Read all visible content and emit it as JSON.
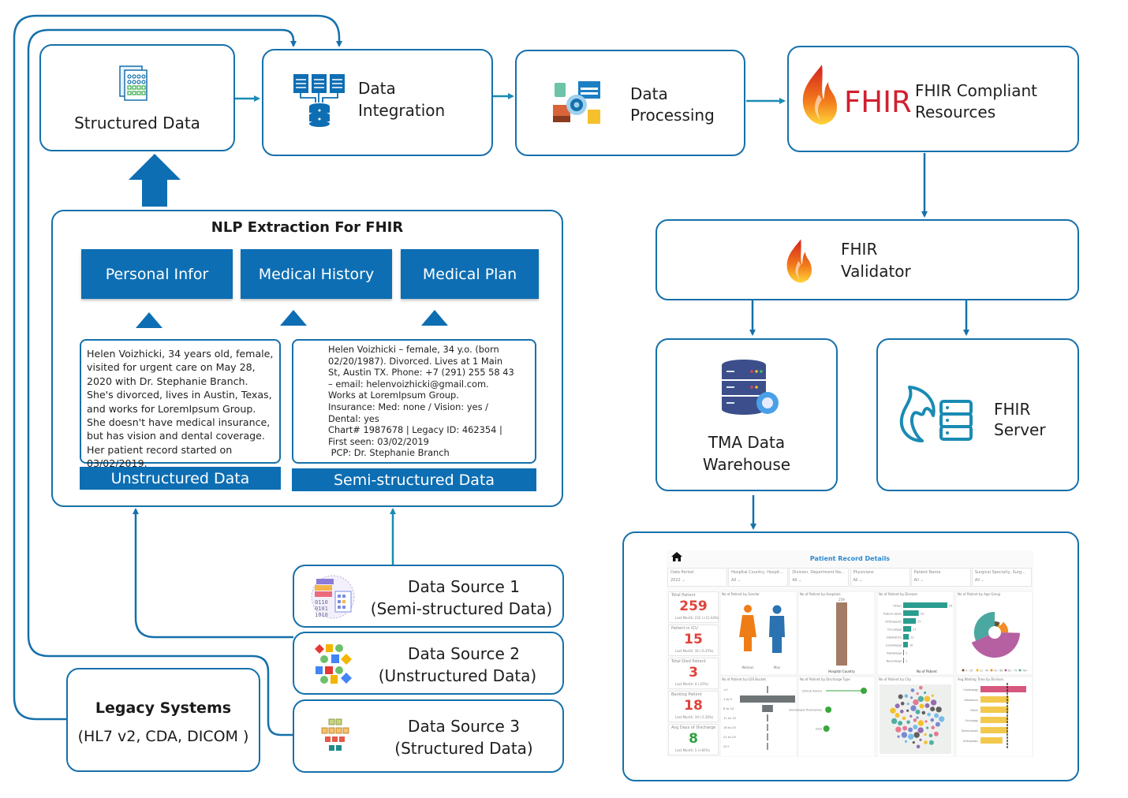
{
  "nodes": {
    "structured_data": {
      "label": "Structured Data",
      "icon": "spreadsheet-icon"
    },
    "data_integration": {
      "label_line1": "Data",
      "label_line2": "Integration",
      "icon": "database-merge-icon"
    },
    "data_processing": {
      "label_line1": "Data",
      "label_line2": "Processing",
      "icon": "data-processing-gear-icon"
    },
    "fhir_resources": {
      "logo_text": "FHIR",
      "label_line1": "FHIR Compliant",
      "label_line2": "Resources",
      "icon": "fhir-flame-logo"
    },
    "fhir_validator": {
      "label_line1": "FHIR",
      "label_line2": "Validator",
      "icon": "fhir-flame-icon"
    },
    "tma_warehouse": {
      "label_line1": "TMA Data",
      "label_line2": "Warehouse",
      "icon": "database-server-gear-icon"
    },
    "fhir_server": {
      "label_line1": "FHIR",
      "label_line2": "Server",
      "icon": "flame-server-icon"
    },
    "legacy_systems": {
      "title": "Legacy Systems",
      "subtitle": "(HL7 v2, CDA, DICOM )"
    },
    "data_sources": [
      {
        "title": "Data Source 1",
        "subtitle": "(Semi-structured Data)",
        "icon": "binary-data-icon"
      },
      {
        "title": "Data Source 2",
        "subtitle": "(Unstructured Data)",
        "icon": "scattered-shapes-icon"
      },
      {
        "title": "Data Source 3",
        "subtitle": "(Structured Data)",
        "icon": "grid-blocks-icon"
      }
    ]
  },
  "nlp": {
    "title": "NLP Extraction For FHIR",
    "tabs": [
      "Personal Infor",
      "Medical History",
      "Medical Plan"
    ],
    "unstructured": {
      "caption": "Unstructured Data",
      "text": "Helen Voizhicki, 34 years old, female, visited for urgent care on May 28, 2020 with Dr. Stephanie Branch. She's divorced, lives in Austin, Texas, and works for LoremIpsum Group. She doesn't have medical insurance, but has vision and dental coverage. Her patient record started on 03/02/2019."
    },
    "semi_structured": {
      "caption": "Semi-structured Data",
      "lines": [
        "Helen Voizhicki – female, 34 y.o. (born",
        "02/20/1987). Divorced. Lives at 1 Main",
        "St, Austin TX. Phone: +7 (291) 255 58 43",
        "– email: helenvoizhicki@gmail.com.",
        "Works at LoremIpsum Group.",
        "Insurance: Med: none / Vision: yes /",
        "Dental: yes",
        "Chart# 1987678 | Legacy ID: 462354 |",
        "First seen: 03/02/2019",
        " PCP: Dr. Stephanie Branch"
      ]
    }
  },
  "dashboard": {
    "title": "Patient Record Details",
    "filters": [
      "Date Period",
      "Hospital Country, Hospit...",
      "Division, Department Na...",
      "Physicians",
      "Patient Name",
      "Surgical Specialty, Surg..."
    ],
    "filter_values": [
      "2022",
      "All",
      "All",
      "All",
      "All",
      "All"
    ],
    "kpis": [
      {
        "label": "Total Patient",
        "value": "259",
        "sub": "Last Month: 232 (+11.64%)",
        "color": "#e0433b"
      },
      {
        "label": "Patient in ICU",
        "value": "15",
        "sub": "Last Month: 16 (-6.25%)",
        "color": "#e0433b"
      },
      {
        "label": "Total Died Patient",
        "value": "3",
        "sub": "Last Month: 4 (-25%)",
        "color": "#e0433b"
      },
      {
        "label": "Backlog Patient",
        "value": "18",
        "sub": "Last Month: 19 (-5.26%)",
        "color": "#e0433b"
      },
      {
        "label": "Avg Days of Discharge",
        "value": "8",
        "sub": "Last Month: 5 (+60%)",
        "color": "#2ea043"
      }
    ],
    "panels": {
      "gender": "No of Patient by Gender",
      "hospitals": "No of Patient by Hospitals",
      "disease": "No of Patient by Disease",
      "age": "No of Patient by Age Group",
      "los": "No of Patient by LOS Bucket",
      "discharge": "No of Patient by Discharge Type",
      "city": "No of Patient by City",
      "waiting": "Avg Waiting Time by Division"
    },
    "gender_labels": [
      "Woman",
      "Man"
    ],
    "hospital_bar": {
      "value": 259,
      "xlabel": "Hospital Country",
      "ylabel": "No of Patient"
    },
    "disease_bars": [
      {
        "name": "Other",
        "value": 94
      },
      {
        "name": "Tuberculosis",
        "value": 33
      },
      {
        "name": "Orthopedic",
        "value": 27
      },
      {
        "name": "Oncology",
        "value": 17
      },
      {
        "name": "Obstetrics",
        "value": 12
      },
      {
        "name": "Cardiology",
        "value": 10
      },
      {
        "name": "Radiology",
        "value": 1
      },
      {
        "name": "Neurology",
        "value": 1
      }
    ],
    "disease_axis": {
      "xlabel": "No of Patient",
      "ylabel": "Disease",
      "ticks": [
        "0",
        "50",
        "100"
      ]
    },
    "age_slices": [
      {
        "label": "0 - 20",
        "value": 20,
        "color": "#6b4f3a"
      },
      {
        "label": "21 - 40",
        "value": 8,
        "color": "#f4b400"
      },
      {
        "label": "41 - 60",
        "value": 36,
        "color": "#f28c28"
      },
      {
        "label": "61 - 75",
        "value": 109,
        "color": "#b65fa1"
      },
      {
        "label": "76+",
        "value": 80,
        "color": "#4aa8a0"
      }
    ],
    "los_buckets": [
      {
        "name": "<1",
        "value": 3
      },
      {
        "name": "1 to 5",
        "value": 209
      },
      {
        "name": "6 to 10",
        "value": 41
      },
      {
        "name": "11 to 15",
        "value": 5
      },
      {
        "name": "16 to 20",
        "value": 2
      },
      {
        "name": "21 to 25",
        "value": 1
      },
      {
        "name": "25+",
        "value": 1
      }
    ],
    "discharge_types": [
      {
        "name": "Clinical Advice",
        "value": 230
      },
      {
        "name": "Discharged Themselves",
        "value": 15
      },
      {
        "name": "Died",
        "value": 3
      }
    ],
    "waiting_divisions": [
      {
        "name": "Cardiology",
        "value": 1.0
      },
      {
        "name": "Obstetrics",
        "value": 0.62
      },
      {
        "name": "Other",
        "value": 0.61
      },
      {
        "name": "Oncology",
        "value": 0.6
      },
      {
        "name": "Tuberculosis",
        "value": 0.59
      },
      {
        "name": "Orthopedic",
        "value": 0.48
      }
    ]
  },
  "colors": {
    "accent": "#1670ab",
    "tab_fill": "#0d6eb3",
    "arrow_teal": "#1a8bb3",
    "fhir_red": "#d1202f"
  }
}
